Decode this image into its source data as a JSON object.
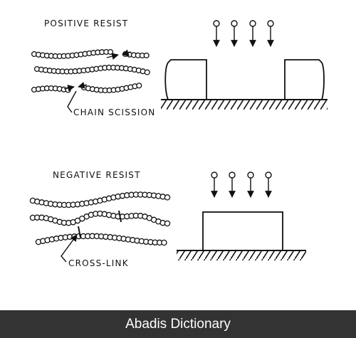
{
  "diagram": {
    "positive_label": "POSITIVE RESIST",
    "chain_scission_label": "CHAIN SCISSION",
    "negative_label": "NEGATIVE RESIST",
    "cross_link_label": "CROSS-LINK"
  },
  "footer": {
    "text": "Abadis Dictionary",
    "bg": "#333333"
  },
  "colors": {
    "ink": "#111111",
    "background": "#ffffff"
  }
}
